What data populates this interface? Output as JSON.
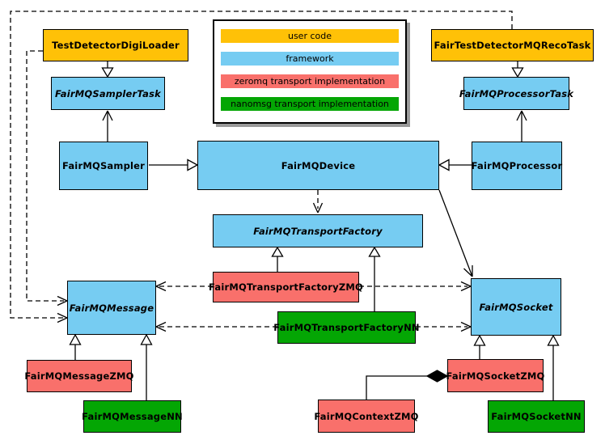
{
  "legend": {
    "items": [
      {
        "label": "user code",
        "color": "#FFC107"
      },
      {
        "label": "framework",
        "color": "#76CCF2"
      },
      {
        "label": "zeromq transport implementation",
        "color": "#F9706B"
      },
      {
        "label": "nanomsg transport implementation",
        "color": "#04A604"
      }
    ]
  },
  "nodes": {
    "digi_loader": {
      "label": "TestDetectorDigiLoader",
      "color": "#FFC107",
      "category": "user code",
      "abstract": false
    },
    "reco_task": {
      "label": "FairTestDetectorMQRecoTask",
      "color": "#FFC107",
      "category": "user code",
      "abstract": false
    },
    "sampler_task": {
      "label": "FairMQSamplerTask",
      "color": "#76CCF2",
      "category": "framework",
      "abstract": true
    },
    "processor_task": {
      "label": "FairMQProcessorTask",
      "color": "#76CCF2",
      "category": "framework",
      "abstract": true
    },
    "sampler": {
      "label": "FairMQSampler",
      "color": "#76CCF2",
      "category": "framework",
      "abstract": false
    },
    "device": {
      "label": "FairMQDevice",
      "color": "#76CCF2",
      "category": "framework",
      "abstract": false
    },
    "processor": {
      "label": "FairMQProcessor",
      "color": "#76CCF2",
      "category": "framework",
      "abstract": false
    },
    "transport_factory": {
      "label": "FairMQTransportFactory",
      "color": "#76CCF2",
      "category": "framework",
      "abstract": true
    },
    "message": {
      "label": "FairMQMessage",
      "color": "#76CCF2",
      "category": "framework",
      "abstract": true
    },
    "socket": {
      "label": "FairMQSocket",
      "color": "#76CCF2",
      "category": "framework",
      "abstract": true
    },
    "tf_zmq": {
      "label": "FairMQTransportFactoryZMQ",
      "color": "#F9706B",
      "category": "zeromq transport implementation",
      "abstract": false
    },
    "tf_nn": {
      "label": "FairMQTransportFactoryNN",
      "color": "#04A604",
      "category": "nanomsg transport implementation",
      "abstract": false
    },
    "message_zmq": {
      "label": "FairMQMessageZMQ",
      "color": "#F9706B",
      "category": "zeromq transport implementation",
      "abstract": false
    },
    "message_nn": {
      "label": "FairMQMessageNN",
      "color": "#04A604",
      "category": "nanomsg transport implementation",
      "abstract": false
    },
    "context_zmq": {
      "label": "FairMQContextZMQ",
      "color": "#F9706B",
      "category": "zeromq transport implementation",
      "abstract": false
    },
    "socket_zmq": {
      "label": "FairMQSocketZMQ",
      "color": "#F9706B",
      "category": "zeromq transport implementation",
      "abstract": false
    },
    "socket_nn": {
      "label": "FairMQSocketNN",
      "color": "#04A604",
      "category": "nanomsg transport implementation",
      "abstract": false
    }
  },
  "edges": [
    {
      "from": "TestDetectorDigiLoader",
      "to": "FairMQSamplerTask",
      "type": "inheritance"
    },
    {
      "from": "FairTestDetectorMQRecoTask",
      "to": "FairMQProcessorTask",
      "type": "inheritance"
    },
    {
      "from": "FairMQSampler",
      "to": "FairMQDevice",
      "type": "inheritance"
    },
    {
      "from": "FairMQProcessor",
      "to": "FairMQDevice",
      "type": "inheritance"
    },
    {
      "from": "FairMQSampler",
      "to": "FairMQSamplerTask",
      "type": "association"
    },
    {
      "from": "FairMQProcessor",
      "to": "FairMQProcessorTask",
      "type": "association"
    },
    {
      "from": "FairMQDevice",
      "to": "FairMQTransportFactory",
      "type": "dependency"
    },
    {
      "from": "FairMQDevice",
      "to": "FairMQSocket",
      "type": "association"
    },
    {
      "from": "TestDetectorDigiLoader",
      "to": "FairMQMessage",
      "type": "dependency"
    },
    {
      "from": "FairTestDetectorMQRecoTask",
      "to": "FairMQMessage",
      "type": "dependency"
    },
    {
      "from": "FairMQTransportFactoryZMQ",
      "to": "FairMQTransportFactory",
      "type": "inheritance"
    },
    {
      "from": "FairMQTransportFactoryNN",
      "to": "FairMQTransportFactory",
      "type": "inheritance"
    },
    {
      "from": "FairMQTransportFactoryZMQ",
      "to": "FairMQMessage",
      "type": "dependency"
    },
    {
      "from": "FairMQTransportFactoryZMQ",
      "to": "FairMQSocket",
      "type": "dependency"
    },
    {
      "from": "FairMQTransportFactoryNN",
      "to": "FairMQMessage",
      "type": "dependency"
    },
    {
      "from": "FairMQTransportFactoryNN",
      "to": "FairMQSocket",
      "type": "dependency"
    },
    {
      "from": "FairMQMessageZMQ",
      "to": "FairMQMessage",
      "type": "inheritance"
    },
    {
      "from": "FairMQMessageNN",
      "to": "FairMQMessage",
      "type": "inheritance"
    },
    {
      "from": "FairMQSocketZMQ",
      "to": "FairMQSocket",
      "type": "inheritance"
    },
    {
      "from": "FairMQSocketNN",
      "to": "FairMQSocket",
      "type": "inheritance"
    },
    {
      "from": "FairMQContextZMQ",
      "to": "FairMQSocketZMQ",
      "type": "composition"
    }
  ]
}
